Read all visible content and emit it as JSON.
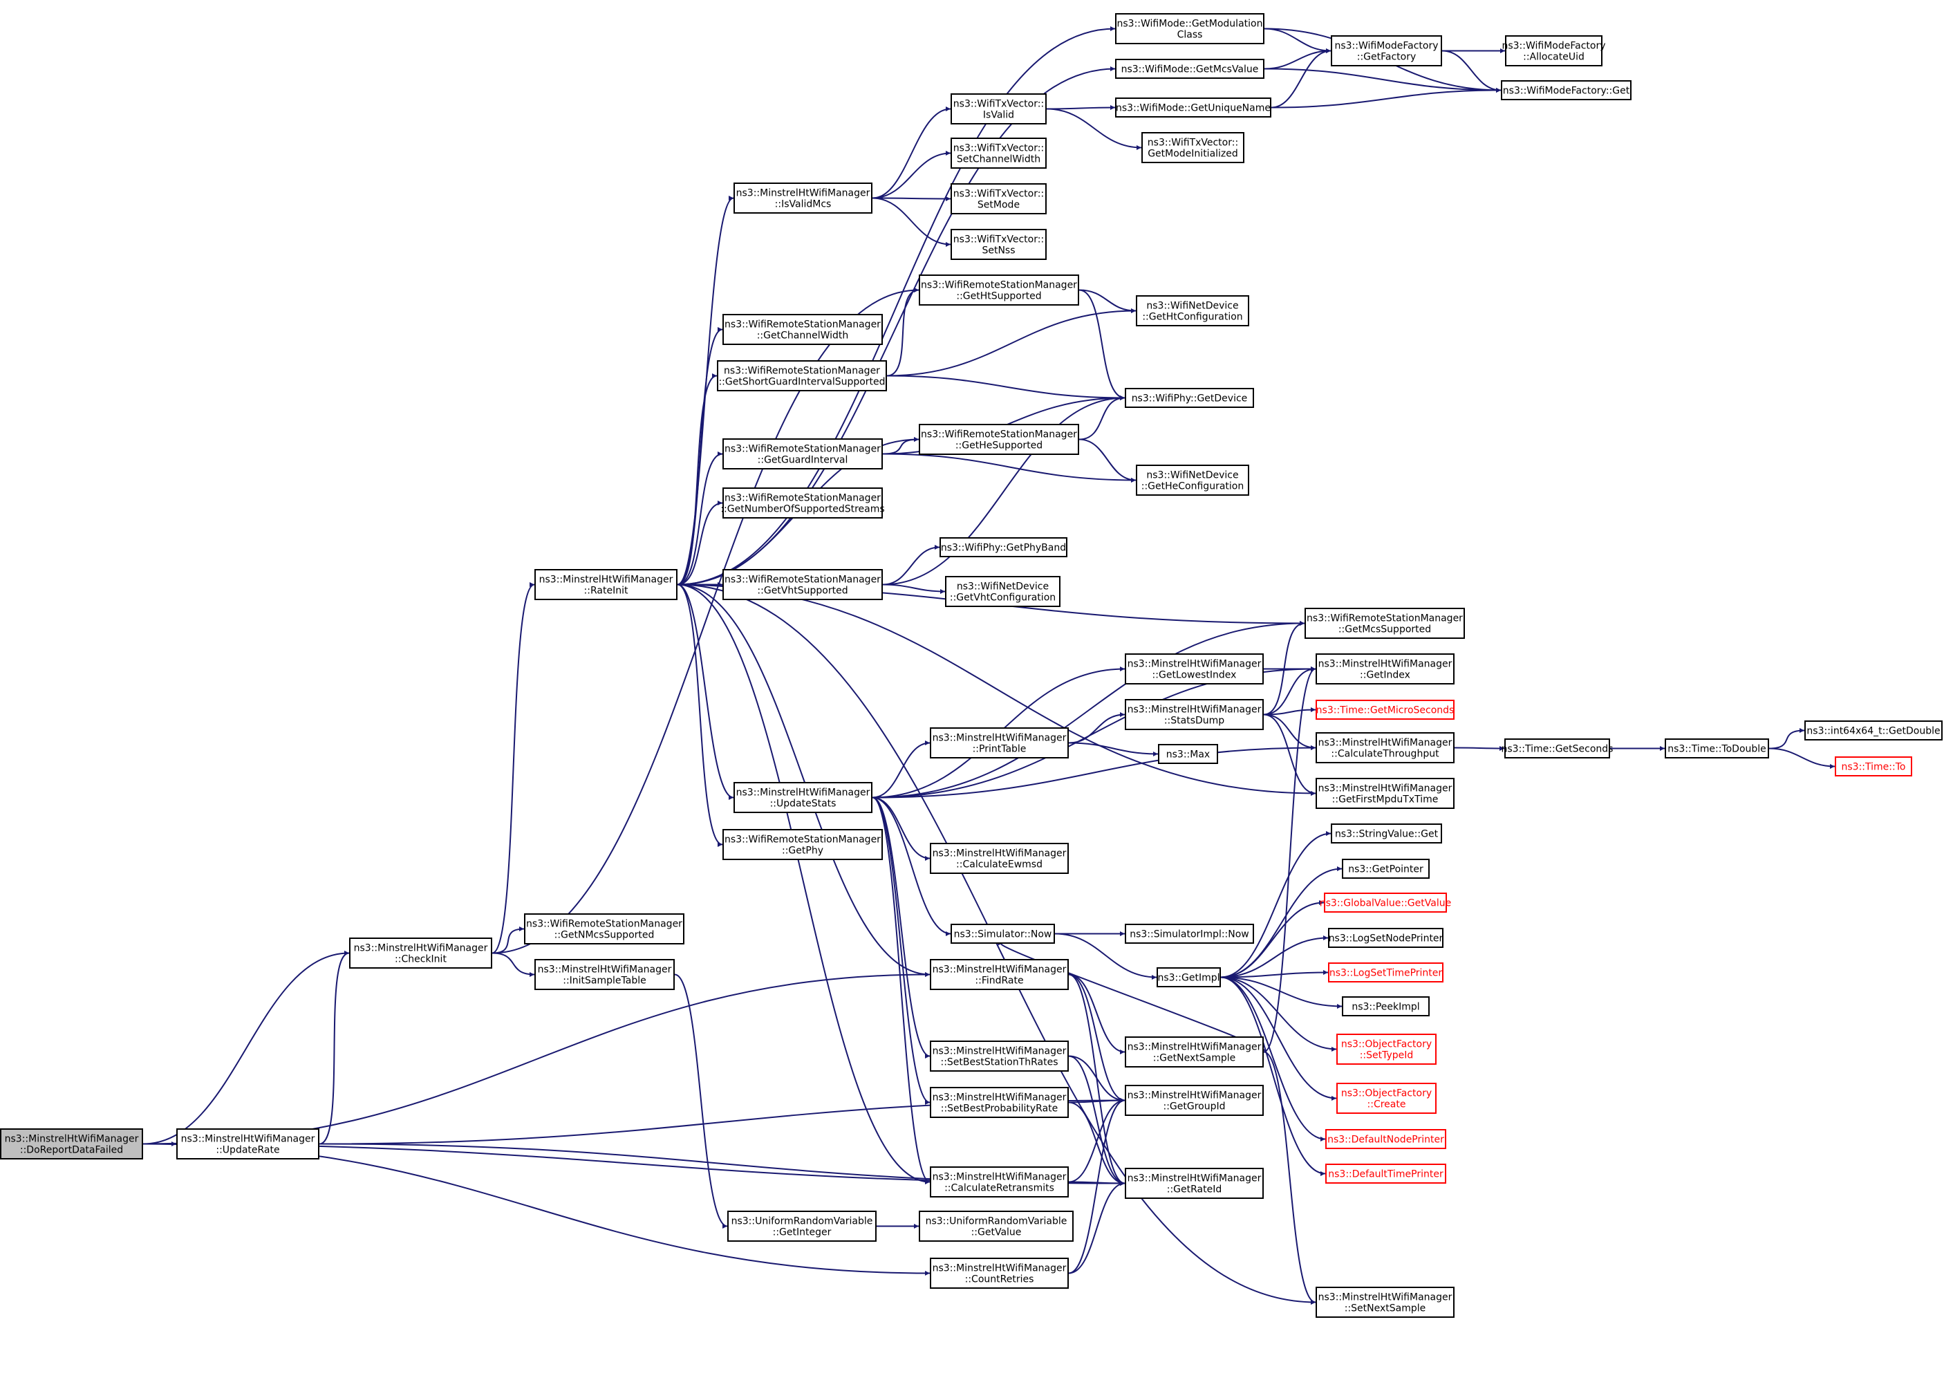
{
  "nodes": [
    {
      "id": "root",
      "lines": [
        "ns3::MinstrelHtWifiManager",
        "::DoReportDataFailed"
      ],
      "style": "root"
    },
    {
      "id": "checkinit",
      "lines": [
        "ns3::MinstrelHtWifiManager",
        "::CheckInit"
      ]
    },
    {
      "id": "updaterate",
      "lines": [
        "ns3::MinstrelHtWifiManager",
        "::UpdateRate"
      ]
    },
    {
      "id": "rateinit",
      "lines": [
        "ns3::MinstrelHtWifiManager",
        "::RateInit"
      ]
    },
    {
      "id": "getnmcs",
      "lines": [
        "ns3::WifiRemoteStationManager",
        "::GetNMcsSupported"
      ]
    },
    {
      "id": "initsample",
      "lines": [
        "ns3::MinstrelHtWifiManager",
        "::InitSampleTable"
      ]
    },
    {
      "id": "isvalidmcs",
      "lines": [
        "ns3::MinstrelHtWifiManager",
        "::IsValidMcs"
      ]
    },
    {
      "id": "getchannelwidth",
      "lines": [
        "ns3::WifiRemoteStationManager",
        "::GetChannelWidth"
      ]
    },
    {
      "id": "getsgi",
      "lines": [
        "ns3::WifiRemoteStationManager",
        "::GetShortGuardIntervalSupported"
      ]
    },
    {
      "id": "getguard",
      "lines": [
        "ns3::WifiRemoteStationManager",
        "::GetGuardInterval"
      ]
    },
    {
      "id": "getnumstreams",
      "lines": [
        "ns3::WifiRemoteStationManager",
        "::GetNumberOfSupportedStreams"
      ]
    },
    {
      "id": "getvht",
      "lines": [
        "ns3::WifiRemoteStationManager",
        "::GetVhtSupported"
      ]
    },
    {
      "id": "updatestats",
      "lines": [
        "ns3::MinstrelHtWifiManager",
        "::UpdateStats"
      ]
    },
    {
      "id": "getphy",
      "lines": [
        "ns3::WifiRemoteStationManager",
        "::GetPhy"
      ]
    },
    {
      "id": "uniformgetint",
      "lines": [
        "ns3::UniformRandomVariable",
        "::GetInteger"
      ]
    },
    {
      "id": "txisvalid",
      "lines": [
        "ns3::WifiTxVector::",
        "IsValid"
      ]
    },
    {
      "id": "txsetcw",
      "lines": [
        "ns3::WifiTxVector::",
        "SetChannelWidth"
      ]
    },
    {
      "id": "txsetmode",
      "lines": [
        "ns3::WifiTxVector::",
        "SetMode"
      ]
    },
    {
      "id": "txsetnss",
      "lines": [
        "ns3::WifiTxVector::",
        "SetNss"
      ]
    },
    {
      "id": "getht",
      "lines": [
        "ns3::WifiRemoteStationManager",
        "::GetHtSupported"
      ]
    },
    {
      "id": "gethe",
      "lines": [
        "ns3::WifiRemoteStationManager",
        "::GetHeSupported"
      ]
    },
    {
      "id": "getphyband",
      "lines": [
        "ns3::WifiPhy::GetPhyBand"
      ]
    },
    {
      "id": "getvhtconf",
      "lines": [
        "ns3::WifiNetDevice",
        "::GetVhtConfiguration"
      ]
    },
    {
      "id": "printtable",
      "lines": [
        "ns3::MinstrelHtWifiManager",
        "::PrintTable"
      ]
    },
    {
      "id": "calcewmsd",
      "lines": [
        "ns3::MinstrelHtWifiManager",
        "::CalculateEwmsd"
      ]
    },
    {
      "id": "simnow",
      "lines": [
        "ns3::Simulator::Now"
      ]
    },
    {
      "id": "findrate",
      "lines": [
        "ns3::MinstrelHtWifiManager",
        "::FindRate"
      ]
    },
    {
      "id": "setbestth",
      "lines": [
        "ns3::MinstrelHtWifiManager",
        "::SetBestStationThRates"
      ]
    },
    {
      "id": "setbestprob",
      "lines": [
        "ns3::MinstrelHtWifiManager",
        "::SetBestProbabilityRate"
      ]
    },
    {
      "id": "calcretrans",
      "lines": [
        "ns3::MinstrelHtWifiManager",
        "::CalculateRetransmits"
      ]
    },
    {
      "id": "countretries",
      "lines": [
        "ns3::MinstrelHtWifiManager",
        "::CountRetries"
      ]
    },
    {
      "id": "uniformgetval",
      "lines": [
        "ns3::UniformRandomVariable",
        "::GetValue"
      ]
    },
    {
      "id": "getmodclass",
      "lines": [
        "ns3::WifiMode::GetModulation",
        "Class"
      ]
    },
    {
      "id": "getmcsvalue",
      "lines": [
        "ns3::WifiMode::GetMcsValue"
      ]
    },
    {
      "id": "getuniquename",
      "lines": [
        "ns3::WifiMode::GetUniqueName"
      ]
    },
    {
      "id": "getmodeinit",
      "lines": [
        "ns3::WifiTxVector::",
        "GetModeInitialized"
      ]
    },
    {
      "id": "gethtconf",
      "lines": [
        "ns3::WifiNetDevice",
        "::GetHtConfiguration"
      ]
    },
    {
      "id": "phygetdevice",
      "lines": [
        "ns3::WifiPhy::GetDevice"
      ]
    },
    {
      "id": "getheconf",
      "lines": [
        "ns3::WifiNetDevice",
        "::GetHeConfiguration"
      ]
    },
    {
      "id": "getlowestindex",
      "lines": [
        "ns3::MinstrelHtWifiManager",
        "::GetLowestIndex"
      ]
    },
    {
      "id": "statsdump",
      "lines": [
        "ns3::MinstrelHtWifiManager",
        "::StatsDump"
      ]
    },
    {
      "id": "max",
      "lines": [
        "ns3::Max"
      ]
    },
    {
      "id": "simimplnow",
      "lines": [
        "ns3::SimulatorImpl::Now"
      ]
    },
    {
      "id": "getimpl",
      "lines": [
        "ns3::GetImpl"
      ]
    },
    {
      "id": "getnextsample",
      "lines": [
        "ns3::MinstrelHtWifiManager",
        "::GetNextSample"
      ]
    },
    {
      "id": "getgroupid",
      "lines": [
        "ns3::MinstrelHtWifiManager",
        "::GetGroupId"
      ]
    },
    {
      "id": "getrateid",
      "lines": [
        "ns3::MinstrelHtWifiManager",
        "::GetRateId"
      ]
    },
    {
      "id": "modefactory",
      "lines": [
        "ns3::WifiModeFactory",
        "::GetFactory"
      ]
    },
    {
      "id": "getmcssupported",
      "lines": [
        "ns3::WifiRemoteStationManager",
        "::GetMcsSupported"
      ]
    },
    {
      "id": "getindex",
      "lines": [
        "ns3::MinstrelHtWifiManager",
        "::GetIndex"
      ]
    },
    {
      "id": "getmicro",
      "lines": [
        "ns3::Time::GetMicroSeconds"
      ],
      "style": "red"
    },
    {
      "id": "calcthroughput",
      "lines": [
        "ns3::MinstrelHtWifiManager",
        "::CalculateThroughput"
      ]
    },
    {
      "id": "getfirstmpdu",
      "lines": [
        "ns3::MinstrelHtWifiManager",
        "::GetFirstMpduTxTime"
      ]
    },
    {
      "id": "stringget",
      "lines": [
        "ns3::StringValue::Get"
      ]
    },
    {
      "id": "getpointer",
      "lines": [
        "ns3::GetPointer"
      ]
    },
    {
      "id": "globalget",
      "lines": [
        "ns3::GlobalValue::GetValue"
      ],
      "style": "red"
    },
    {
      "id": "logsetnode",
      "lines": [
        "ns3::LogSetNodePrinter"
      ]
    },
    {
      "id": "logsettime",
      "lines": [
        "ns3::LogSetTimePrinter"
      ],
      "style": "red"
    },
    {
      "id": "peekimpl",
      "lines": [
        "ns3::PeekImpl"
      ]
    },
    {
      "id": "objsettype",
      "lines": [
        "ns3::ObjectFactory",
        "::SetTypeId"
      ],
      "style": "red"
    },
    {
      "id": "objcreate",
      "lines": [
        "ns3::ObjectFactory",
        "::Create"
      ],
      "style": "red"
    },
    {
      "id": "defnode",
      "lines": [
        "ns3::DefaultNodePrinter"
      ],
      "style": "red"
    },
    {
      "id": "deftime",
      "lines": [
        "ns3::DefaultTimePrinter"
      ],
      "style": "red"
    },
    {
      "id": "setnextsample",
      "lines": [
        "ns3::MinstrelHtWifiManager",
        "::SetNextSample"
      ]
    },
    {
      "id": "allocuid",
      "lines": [
        "ns3::WifiModeFactory",
        "::AllocateUid"
      ]
    },
    {
      "id": "factoryget",
      "lines": [
        "ns3::WifiModeFactory::Get"
      ]
    },
    {
      "id": "getseconds",
      "lines": [
        "ns3::Time::GetSeconds"
      ]
    },
    {
      "id": "todouble",
      "lines": [
        "ns3::Time::ToDouble"
      ]
    },
    {
      "id": "int64getdouble",
      "lines": [
        "ns3::int64x64_t::GetDouble"
      ]
    },
    {
      "id": "timeto",
      "lines": [
        "ns3::Time::To"
      ],
      "style": "red"
    }
  ],
  "edges": [
    [
      "root",
      "checkinit"
    ],
    [
      "root",
      "updaterate"
    ],
    [
      "root",
      "findrate"
    ],
    [
      "root",
      "countretries"
    ],
    [
      "root",
      "getrateid"
    ],
    [
      "checkinit",
      "rateinit"
    ],
    [
      "checkinit",
      "getnmcs"
    ],
    [
      "checkinit",
      "initsample"
    ],
    [
      "checkinit",
      "getht"
    ],
    [
      "updaterate",
      "checkinit"
    ],
    [
      "updaterate",
      "getgroupid"
    ],
    [
      "updaterate",
      "getrateid"
    ],
    [
      "rateinit",
      "isvalidmcs"
    ],
    [
      "rateinit",
      "getchannelwidth"
    ],
    [
      "rateinit",
      "getsgi"
    ],
    [
      "rateinit",
      "getguard"
    ],
    [
      "rateinit",
      "getnumstreams"
    ],
    [
      "rateinit",
      "getvht"
    ],
    [
      "rateinit",
      "updatestats"
    ],
    [
      "rateinit",
      "getphy"
    ],
    [
      "rateinit",
      "getmodclass"
    ],
    [
      "rateinit",
      "getmcsvalue"
    ],
    [
      "rateinit",
      "gethe"
    ],
    [
      "rateinit",
      "getmcssupported"
    ],
    [
      "rateinit",
      "findrate"
    ],
    [
      "rateinit",
      "calcretrans"
    ],
    [
      "rateinit",
      "getfirstmpdu"
    ],
    [
      "rateinit",
      "setnextsample"
    ],
    [
      "isvalidmcs",
      "txisvalid"
    ],
    [
      "isvalidmcs",
      "txsetcw"
    ],
    [
      "isvalidmcs",
      "txsetmode"
    ],
    [
      "isvalidmcs",
      "txsetnss"
    ],
    [
      "txisvalid",
      "getuniquename"
    ],
    [
      "txisvalid",
      "getmodeinit"
    ],
    [
      "getsgi",
      "getht"
    ],
    [
      "getsgi",
      "gethtconf"
    ],
    [
      "getsgi",
      "phygetdevice"
    ],
    [
      "getguard",
      "gethe"
    ],
    [
      "getguard",
      "phygetdevice"
    ],
    [
      "getguard",
      "getheconf"
    ],
    [
      "getht",
      "gethtconf"
    ],
    [
      "getht",
      "phygetdevice"
    ],
    [
      "gethe",
      "phygetdevice"
    ],
    [
      "gethe",
      "getheconf"
    ],
    [
      "getvht",
      "getphyband"
    ],
    [
      "getvht",
      "getvhtconf"
    ],
    [
      "getvht",
      "phygetdevice"
    ],
    [
      "updatestats",
      "printtable"
    ],
    [
      "updatestats",
      "calcewmsd"
    ],
    [
      "updatestats",
      "simnow"
    ],
    [
      "updatestats",
      "setbestth"
    ],
    [
      "updatestats",
      "setbestprob"
    ],
    [
      "updatestats",
      "calcretrans"
    ],
    [
      "updatestats",
      "getlowestindex"
    ],
    [
      "updatestats",
      "getindex"
    ],
    [
      "updatestats",
      "getmcssupported"
    ],
    [
      "updatestats",
      "calcthroughput"
    ],
    [
      "initsample",
      "uniformgetint"
    ],
    [
      "uniformgetint",
      "uniformgetval"
    ],
    [
      "printtable",
      "statsdump"
    ],
    [
      "printtable",
      "max"
    ],
    [
      "statsdump",
      "getindex"
    ],
    [
      "statsdump",
      "getmicro"
    ],
    [
      "statsdump",
      "calcthroughput"
    ],
    [
      "statsdump",
      "getfirstmpdu"
    ],
    [
      "statsdump",
      "getmcssupported"
    ],
    [
      "getlowestindex",
      "getindex"
    ],
    [
      "simnow",
      "simimplnow"
    ],
    [
      "simnow",
      "getimpl"
    ],
    [
      "getimpl",
      "stringget"
    ],
    [
      "getimpl",
      "getpointer"
    ],
    [
      "getimpl",
      "globalget"
    ],
    [
      "getimpl",
      "logsetnode"
    ],
    [
      "getimpl",
      "logsettime"
    ],
    [
      "getimpl",
      "peekimpl"
    ],
    [
      "getimpl",
      "objsettype"
    ],
    [
      "getimpl",
      "objcreate"
    ],
    [
      "getimpl",
      "defnode"
    ],
    [
      "getimpl",
      "deftime"
    ],
    [
      "findrate",
      "getgroupid"
    ],
    [
      "findrate",
      "getrateid"
    ],
    [
      "findrate",
      "getnextsample"
    ],
    [
      "getnextsample",
      "getindex"
    ],
    [
      "getnextsample",
      "setnextsample"
    ],
    [
      "getnextsample",
      "simnow"
    ],
    [
      "setbestth",
      "getgroupid"
    ],
    [
      "setbestth",
      "getrateid"
    ],
    [
      "setbestprob",
      "getgroupid"
    ],
    [
      "setbestprob",
      "getrateid"
    ],
    [
      "calcretrans",
      "getgroupid"
    ],
    [
      "calcretrans",
      "getrateid"
    ],
    [
      "countretries",
      "getgroupid"
    ],
    [
      "countretries",
      "getrateid"
    ],
    [
      "getmodclass",
      "modefactory"
    ],
    [
      "getmodclass",
      "factoryget"
    ],
    [
      "getmcsvalue",
      "modefactory"
    ],
    [
      "getmcsvalue",
      "factoryget"
    ],
    [
      "getuniquename",
      "modefactory"
    ],
    [
      "getuniquename",
      "factoryget"
    ],
    [
      "modefactory",
      "allocuid"
    ],
    [
      "modefactory",
      "factoryget"
    ],
    [
      "calcthroughput",
      "getseconds"
    ],
    [
      "getseconds",
      "todouble"
    ],
    [
      "todouble",
      "int64getdouble"
    ],
    [
      "todouble",
      "timeto"
    ]
  ]
}
